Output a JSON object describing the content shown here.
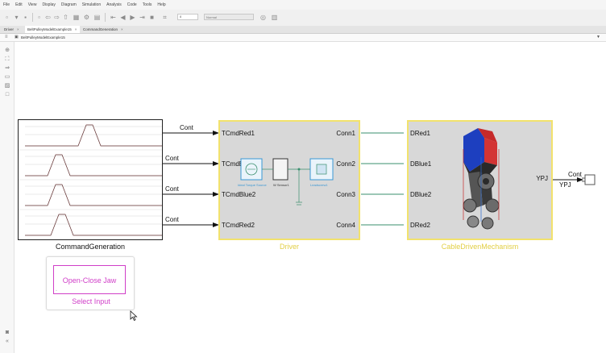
{
  "menu": [
    "File",
    "Edit",
    "View",
    "Display",
    "Diagram",
    "Simulation",
    "Analysis",
    "Code",
    "Tools",
    "Help"
  ],
  "toolbar": {
    "stop_time": "8",
    "sim_mode": "Normal"
  },
  "tabs": [
    {
      "label": "Driver"
    },
    {
      "label": "BeltPulleyModelExample15"
    },
    {
      "label": "CommandGeneration"
    }
  ],
  "breadcrumb": "BeltPulleyModelExample15",
  "blocks": {
    "command_generation": {
      "title": "CommandGeneration"
    },
    "driver": {
      "title": "Driver",
      "inputs": [
        "TCmdRed1",
        "TCmdBlue1",
        "TCmdBlue2",
        "TCmdRed2"
      ],
      "outputs": [
        "Conn1",
        "Conn2",
        "Conn3",
        "Conn4"
      ],
      "inner_labels": {
        "source": "Ideal Torque Source",
        "sensor": "W Sensor1",
        "load": "Leadscrew1"
      }
    },
    "mechanism": {
      "title": "CableDrivenMechanism",
      "inputs": [
        "DRed1",
        "DBlue1",
        "DBlue2",
        "DRed2"
      ],
      "output": "YPJ"
    },
    "select_input": {
      "button_label": "Open-Close Jaw",
      "title": "Select Input"
    }
  },
  "signals": {
    "cont_labels": [
      "Cont",
      "Cont",
      "Cont",
      "Cont"
    ],
    "output_signal": "Cont",
    "output_port": "YPJ"
  },
  "colors": {
    "block_border": "#f2e26d",
    "magenta": "#d03fc8"
  }
}
